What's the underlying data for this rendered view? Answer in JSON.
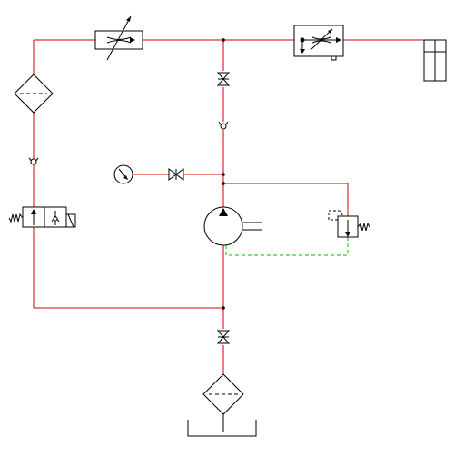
{
  "diagram": {
    "kind": "hydraulic-circuit",
    "colors": {
      "pressure_line": "#d40000",
      "pilot_line": "#00c000",
      "symbol": "#000000",
      "background": "#ffffff"
    },
    "components": [
      "throttle-valve-adjustable",
      "flow-control-valve-pressure-compensated",
      "double-acting-cylinder",
      "filter-left",
      "check-valve-left",
      "directional-valve-solenoid-spring",
      "shutoff-valve-upper",
      "check-valve-middle",
      "pressure-gauge",
      "shutoff-valve-gauge",
      "hydraulic-pump",
      "pressure-relief-valve",
      "shutoff-valve-suction",
      "suction-filter",
      "reservoir-tank"
    ]
  }
}
